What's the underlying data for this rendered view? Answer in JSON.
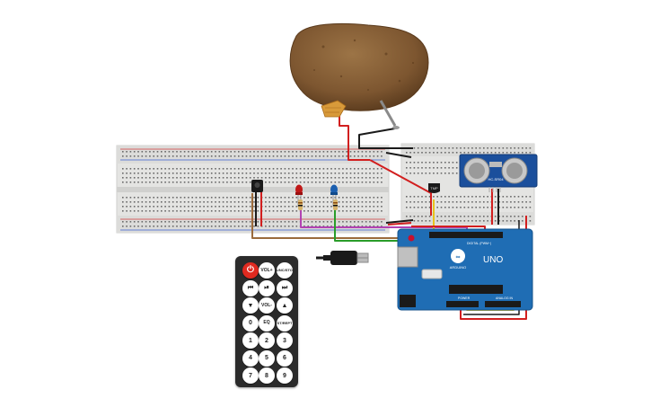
{
  "arduino": {
    "brand": "ARDUINO",
    "model": "UNO",
    "digital_label": "DIGITAL (PWM~)",
    "power_label": "POWER",
    "analog_label": "ANALOG IN"
  },
  "sensor": {
    "label": "HC-SR04"
  },
  "remote": {
    "buttons": [
      {
        "label": "⏻",
        "name": "remote-power-button",
        "cls": "power"
      },
      {
        "label": "VOL+",
        "name": "remote-vol-up-button",
        "cls": "small"
      },
      {
        "label": "FUNC/STOP",
        "name": "remote-func-stop-button",
        "cls": "tiny"
      },
      {
        "label": "⏮",
        "name": "remote-prev-button",
        "cls": ""
      },
      {
        "label": "⏯",
        "name": "remote-play-pause-button",
        "cls": ""
      },
      {
        "label": "⏭",
        "name": "remote-next-button",
        "cls": ""
      },
      {
        "label": "▼",
        "name": "remote-down-button",
        "cls": ""
      },
      {
        "label": "VOL-",
        "name": "remote-vol-down-button",
        "cls": "small"
      },
      {
        "label": "▲",
        "name": "remote-up-button",
        "cls": ""
      },
      {
        "label": "0",
        "name": "remote-0-button",
        "cls": ""
      },
      {
        "label": "EQ",
        "name": "remote-eq-button",
        "cls": "small"
      },
      {
        "label": "ST/REPT",
        "name": "remote-st-rept-button",
        "cls": "tiny"
      },
      {
        "label": "1",
        "name": "remote-1-button",
        "cls": ""
      },
      {
        "label": "2",
        "name": "remote-2-button",
        "cls": ""
      },
      {
        "label": "3",
        "name": "remote-3-button",
        "cls": ""
      },
      {
        "label": "4",
        "name": "remote-4-button",
        "cls": ""
      },
      {
        "label": "5",
        "name": "remote-5-button",
        "cls": ""
      },
      {
        "label": "6",
        "name": "remote-6-button",
        "cls": ""
      },
      {
        "label": "7",
        "name": "remote-7-button",
        "cls": ""
      },
      {
        "label": "8",
        "name": "remote-8-button",
        "cls": ""
      },
      {
        "label": "9",
        "name": "remote-9-button",
        "cls": ""
      }
    ]
  },
  "colors": {
    "breadboard": "#e4e4e2",
    "arduino": "#1f6db4",
    "sensor": "#1b4f9c",
    "potato": "#8a6339",
    "wire_red": "#d21f1f",
    "wire_black": "#1a1a1a",
    "wire_green": "#2a9d2a",
    "wire_yellow": "#e8c31c",
    "wire_brown": "#9b6b3c",
    "wire_purple": "#b243b2",
    "led_red": "#c01818",
    "led_blue": "#1b5faf"
  }
}
